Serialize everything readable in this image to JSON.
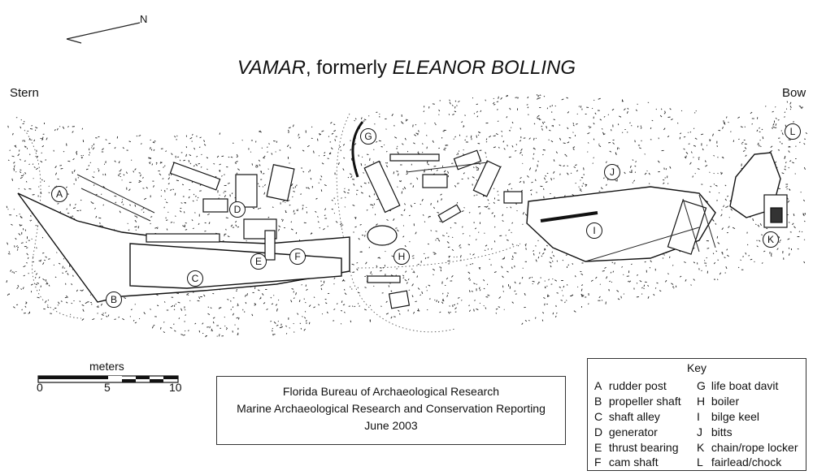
{
  "header": {
    "title_part1": "VAMAR",
    "title_part2": ", formerly ",
    "title_part3": "ELEANOR BOLLING"
  },
  "orientation": {
    "north_label": "N",
    "stern_label": "Stern",
    "bow_label": "Bow"
  },
  "markers": [
    "A",
    "B",
    "C",
    "D",
    "E",
    "F",
    "G",
    "H",
    "I",
    "J",
    "K",
    "L"
  ],
  "scale_bar": {
    "unit_label": "meters",
    "ticks": [
      "0",
      "5",
      "10"
    ]
  },
  "credit": {
    "line1": "Florida Bureau of Archaeological Research",
    "line2": "Marine Archaeological Research and Conservation Reporting",
    "line3": "June 2003"
  },
  "key": {
    "title": "Key",
    "items": [
      {
        "letter": "A",
        "label": "rudder post"
      },
      {
        "letter": "B",
        "label": "propeller shaft"
      },
      {
        "letter": "C",
        "label": "shaft alley"
      },
      {
        "letter": "D",
        "label": "generator"
      },
      {
        "letter": "E",
        "label": "thrust bearing"
      },
      {
        "letter": "F",
        "label": "cam shaft"
      },
      {
        "letter": "G",
        "label": "life boat davit"
      },
      {
        "letter": "H",
        "label": "boiler"
      },
      {
        "letter": "I",
        "label": "bilge keel"
      },
      {
        "letter": "J",
        "label": "bitts"
      },
      {
        "letter": "K",
        "label": "chain/rope locker"
      },
      {
        "letter": "L",
        "label": "fairlead/chock"
      }
    ]
  }
}
